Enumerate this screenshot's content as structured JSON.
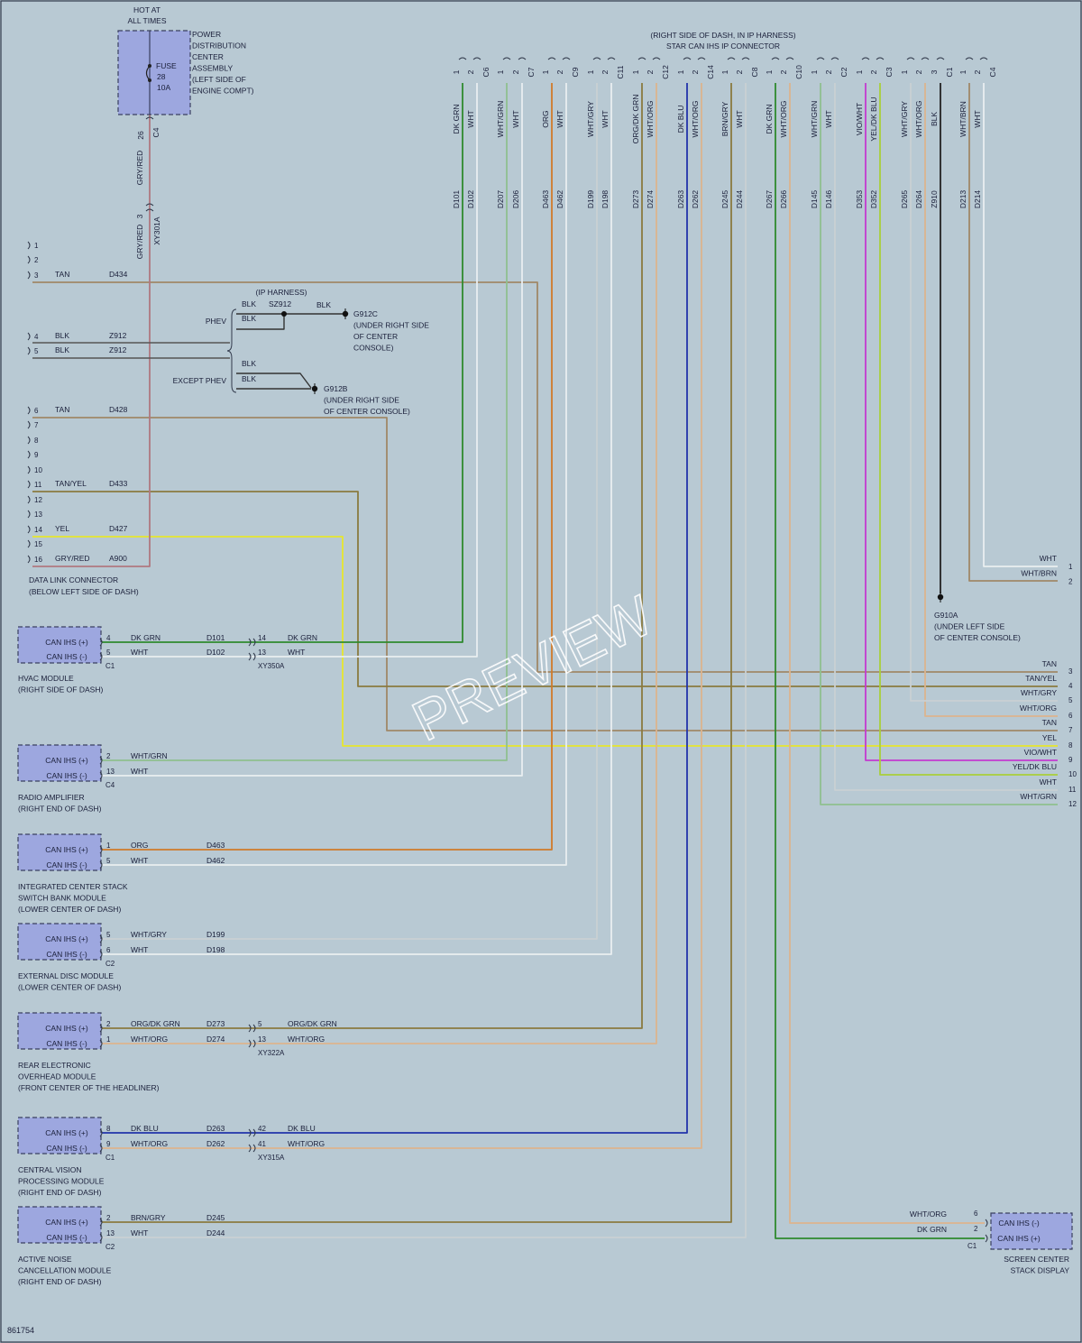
{
  "header": {
    "hot_label": "HOT AT",
    "hot_label2": "ALL TIMES",
    "fuse_label": "FUSE",
    "fuse_num": "28",
    "fuse_amp": "10A",
    "pdc": [
      "POWER",
      "DISTRIBUTION",
      "CENTER",
      "ASSEMBLY",
      "(LEFT SIDE OF",
      "ENGINE COMPT)"
    ],
    "fuse_pin": "26",
    "fuse_conn": "C4",
    "fuse_wire": "GRY/RED",
    "splice_wire": "GRY/RED",
    "splice_pin": "3",
    "splice_conn": "XY301A"
  },
  "star_connector": {
    "title1": "(RIGHT SIDE OF DASH, IN IP HARNESS)",
    "title2": "STAR CAN IHS IP CONNECTOR",
    "groups": [
      {
        "conn": "C6",
        "pins": [
          {
            "n": "1",
            "color": "DK GRN",
            "circuit": "D101"
          },
          {
            "n": "2",
            "color": "WHT",
            "circuit": "D102"
          }
        ]
      },
      {
        "conn": "C7",
        "pins": [
          {
            "n": "1",
            "color": "WHT/GRN",
            "circuit": "D207"
          },
          {
            "n": "2",
            "color": "WHT",
            "circuit": "D206"
          }
        ]
      },
      {
        "conn": "C9",
        "pins": [
          {
            "n": "1",
            "color": "ORG",
            "circuit": "D463"
          },
          {
            "n": "2",
            "color": "WHT",
            "circuit": "D462"
          }
        ]
      },
      {
        "conn": "C11",
        "pins": [
          {
            "n": "1",
            "color": "WHT/GRY",
            "circuit": "D199"
          },
          {
            "n": "2",
            "color": "WHT",
            "circuit": "D198"
          }
        ]
      },
      {
        "conn": "C12",
        "pins": [
          {
            "n": "1",
            "color": "ORG/DK GRN",
            "circuit": "D273"
          },
          {
            "n": "2",
            "color": "WHT/ORG",
            "circuit": "D274"
          }
        ]
      },
      {
        "conn": "C14",
        "pins": [
          {
            "n": "1",
            "color": "DK BLU",
            "circuit": "D263"
          },
          {
            "n": "2",
            "color": "WHT/ORG",
            "circuit": "D262"
          }
        ]
      },
      {
        "conn": "C8",
        "pins": [
          {
            "n": "1",
            "color": "BRN/GRY",
            "circuit": "D245"
          },
          {
            "n": "2",
            "color": "WHT",
            "circuit": "D244"
          }
        ]
      },
      {
        "conn": "C10",
        "pins": [
          {
            "n": "1",
            "color": "DK GRN",
            "circuit": "D267"
          },
          {
            "n": "2",
            "color": "WHT/ORG",
            "circuit": "D266"
          }
        ]
      },
      {
        "conn": "C2",
        "pins": [
          {
            "n": "1",
            "color": "WHT/GRN",
            "circuit": "D145"
          },
          {
            "n": "2",
            "color": "WHT",
            "circuit": "D146"
          }
        ]
      },
      {
        "conn": "C3",
        "pins": [
          {
            "n": "1",
            "color": "VIO/WHT",
            "circuit": "D353"
          },
          {
            "n": "2",
            "color": "YEL/DK BLU",
            "circuit": "D352"
          }
        ]
      },
      {
        "conn": "C1",
        "pins": [
          {
            "n": "1",
            "color": "WHT/GRY",
            "circuit": "D265"
          },
          {
            "n": "2",
            "color": "WHT/ORG",
            "circuit": "D264"
          },
          {
            "n": "3",
            "color": "BLK",
            "circuit": "Z910"
          }
        ]
      },
      {
        "conn": "C4",
        "pins": [
          {
            "n": "1",
            "color": "WHT/BRN",
            "circuit": "D213"
          },
          {
            "n": "2",
            "color": "WHT",
            "circuit": "D214"
          }
        ]
      }
    ]
  },
  "dlc": {
    "pins": [
      {
        "n": "1",
        "color": "",
        "circuit": ""
      },
      {
        "n": "2",
        "color": "",
        "circuit": ""
      },
      {
        "n": "3",
        "color": "TAN",
        "circuit": "D434"
      },
      {
        "n": "4",
        "color": "BLK",
        "circuit": "Z912"
      },
      {
        "n": "5",
        "color": "BLK",
        "circuit": "Z912"
      },
      {
        "n": "6",
        "color": "TAN",
        "circuit": "D428"
      },
      {
        "n": "7",
        "color": "",
        "circuit": ""
      },
      {
        "n": "8",
        "color": "",
        "circuit": ""
      },
      {
        "n": "9",
        "color": "",
        "circuit": ""
      },
      {
        "n": "10",
        "color": "",
        "circuit": ""
      },
      {
        "n": "11",
        "color": "TAN/YEL",
        "circuit": "D433"
      },
      {
        "n": "12",
        "color": "",
        "circuit": ""
      },
      {
        "n": "13",
        "color": "",
        "circuit": ""
      },
      {
        "n": "14",
        "color": "YEL",
        "circuit": "D427"
      },
      {
        "n": "15",
        "color": "",
        "circuit": ""
      },
      {
        "n": "16",
        "color": "GRY/RED",
        "circuit": "A900"
      }
    ],
    "label1": "DATA LINK CONNECTOR",
    "label2": "(BELOW LEFT SIDE OF DASH)"
  },
  "ground_block": {
    "ip_harness": "(IP HARNESS)",
    "phev": "PHEV",
    "except_phev": "EXCEPT PHEV",
    "blk": "BLK",
    "splice": "SZ912",
    "g912c": [
      "G912C",
      "(UNDER RIGHT SIDE",
      "OF CENTER",
      "CONSOLE)"
    ],
    "g912b": [
      "G912B",
      "(UNDER RIGHT SIDE",
      "OF CENTER CONSOLE)"
    ]
  },
  "g910a": [
    "G910A",
    "(UNDER LEFT SIDE",
    "OF CENTER CONSOLE)"
  ],
  "right_rows": {
    "top": [
      {
        "color": "WHT",
        "pin": "1"
      },
      {
        "color": "WHT/BRN",
        "pin": "2"
      }
    ],
    "bottom": [
      {
        "color": "TAN",
        "pin": "3"
      },
      {
        "color": "TAN/YEL",
        "pin": "4"
      },
      {
        "color": "WHT/GRY",
        "pin": "5"
      },
      {
        "color": "WHT/ORG",
        "pin": "6"
      },
      {
        "color": "TAN",
        "pin": "7"
      },
      {
        "color": "YEL",
        "pin": "8"
      },
      {
        "color": "VIO/WHT",
        "pin": "9"
      },
      {
        "color": "YEL/DK BLU",
        "pin": "10"
      },
      {
        "color": "WHT",
        "pin": "11"
      },
      {
        "color": "WHT/GRN",
        "pin": "12"
      }
    ]
  },
  "modules": [
    {
      "name": [
        "HVAC MODULE",
        "(RIGHT SIDE OF DASH)"
      ],
      "can_pos": "CAN IHS (+)",
      "can_neg": "CAN IHS (-)",
      "pins": [
        "4",
        "5"
      ],
      "conn": "C1",
      "colors": [
        "DK GRN",
        "WHT"
      ],
      "circuits": [
        "D101",
        "D102"
      ],
      "inline": {
        "pins": [
          "14",
          "13"
        ],
        "colors": [
          "DK GRN",
          "WHT"
        ],
        "conn": "XY350A"
      }
    },
    {
      "name": [
        "RADIO AMPLIFIER",
        "(RIGHT END OF DASH)"
      ],
      "can_pos": "CAN IHS (+)",
      "can_neg": "CAN IHS (-)",
      "pins": [
        "2",
        "13"
      ],
      "conn": "C4",
      "colors": [
        "WHT/GRN",
        "WHT"
      ],
      "circuits": [
        "",
        ""
      ],
      "inline": null
    },
    {
      "name": [
        "INTEGRATED CENTER STACK",
        "SWITCH BANK MODULE",
        "(LOWER CENTER OF DASH)"
      ],
      "can_pos": "CAN IHS (+)",
      "can_neg": "CAN IHS (-)",
      "pins": [
        "1",
        "5"
      ],
      "conn": "",
      "colors": [
        "ORG",
        "WHT"
      ],
      "circuits": [
        "D463",
        "D462"
      ],
      "inline": null
    },
    {
      "name": [
        "EXTERNAL DISC MODULE",
        "(LOWER CENTER OF DASH)"
      ],
      "can_pos": "CAN IHS (+)",
      "can_neg": "CAN IHS (-)",
      "pins": [
        "5",
        "6"
      ],
      "conn": "C2",
      "colors": [
        "WHT/GRY",
        "WHT"
      ],
      "circuits": [
        "D199",
        "D198"
      ],
      "inline": null
    },
    {
      "name": [
        "REAR ELECTRONIC",
        "OVERHEAD MODULE",
        "(FRONT CENTER OF THE HEADLINER)"
      ],
      "can_pos": "CAN IHS (+)",
      "can_neg": "CAN IHS (-)",
      "pins": [
        "2",
        "1"
      ],
      "conn": "",
      "colors": [
        "ORG/DK GRN",
        "WHT/ORG"
      ],
      "circuits": [
        "D273",
        "D274"
      ],
      "inline": {
        "pins": [
          "5",
          "13"
        ],
        "colors": [
          "ORG/DK GRN",
          "WHT/ORG"
        ],
        "conn": "XY322A"
      }
    },
    {
      "name": [
        "CENTRAL VISION",
        "PROCESSING MODULE",
        "(RIGHT END OF DASH)"
      ],
      "can_pos": "CAN IHS (+)",
      "can_neg": "CAN IHS (-)",
      "pins": [
        "8",
        "9"
      ],
      "conn": "C1",
      "colors": [
        "DK BLU",
        "WHT/ORG"
      ],
      "circuits": [
        "D263",
        "D262"
      ],
      "inline": {
        "pins": [
          "42",
          "41"
        ],
        "colors": [
          "DK BLU",
          "WHT/ORG"
        ],
        "conn": "XY315A"
      }
    },
    {
      "name": [
        "ACTIVE NOISE",
        "CANCELLATION MODULE",
        "(RIGHT END OF DASH)"
      ],
      "can_pos": "CAN IHS (+)",
      "can_neg": "CAN IHS (-)",
      "pins": [
        "2",
        "13"
      ],
      "conn": "C2",
      "colors": [
        "BRN/GRY",
        "WHT"
      ],
      "circuits": [
        "D245",
        "D244"
      ],
      "inline": null
    }
  ],
  "screen_display": {
    "name": [
      "SCREEN CENTER",
      "STACK DISPLAY"
    ],
    "can_neg": "CAN IHS (-)",
    "can_pos": "CAN IHS (+)",
    "pins": [
      "6",
      "2"
    ],
    "conn": "C1",
    "colors": [
      "WHT/ORG",
      "DK GRN"
    ]
  },
  "watermark": "PREVIEW",
  "doc_id": "861754",
  "wire_colors": {
    "green": "#2e8a2e",
    "blue": "#2233aa",
    "orange": "#d07a2a",
    "yellow": "#e6e62e",
    "magenta": "#c33ad0",
    "tan": "#a08868",
    "white": "#e9eef0",
    "gryred": "#b07880",
    "wht_grn": "#8fc08f",
    "wht_gry": "#c9d0d3",
    "wht_org": "#dcb48e",
    "brn": "#8a7a40",
    "lime": "#a9cf3a",
    "blk": "#222222",
    "box_fill": "#9da7df"
  }
}
